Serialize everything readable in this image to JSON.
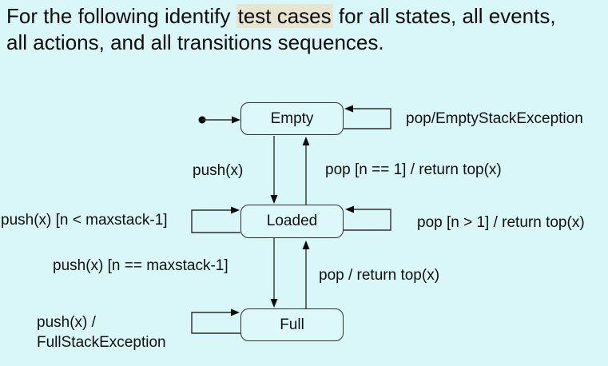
{
  "title": {
    "line1_before": "For the following identify ",
    "line1_highlight": "test cases",
    "line1_after": " for all states, all events,",
    "line2": "all actions, and all transitions sequences."
  },
  "colors": {
    "background": "#d9f6f8",
    "highlight_bg": "#e7e5d2",
    "diagram_line": "#2f2f2f",
    "arrowhead": "#0a0a0a",
    "text": "#101010"
  },
  "diagram": {
    "states": {
      "empty": "Empty",
      "loaded": "Loaded",
      "full": "Full"
    },
    "labels": {
      "empty_self": "pop/EmptyStackException",
      "empty_to_loaded": "push(x)",
      "loaded_to_empty": "pop [n == 1] / return top(x)",
      "loaded_self_left": "push(x) [n < maxstack-1]",
      "loaded_self_right": "pop [n > 1] / return top(x)",
      "loaded_to_full": "push(x) [n == maxstack-1]",
      "full_to_loaded": "pop / return top(x)",
      "full_self_line1": "push(x) /",
      "full_self_line2": "FullStackException"
    }
  }
}
